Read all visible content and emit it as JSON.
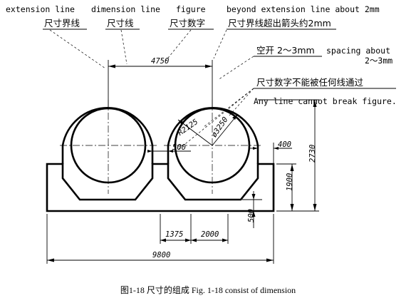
{
  "labels": {
    "extension_line_en": "extension line",
    "dimension_line_en": "dimension line",
    "figure_en": "figure",
    "beyond_en": "beyond extension line about 2mm",
    "extension_line_zh": "尺寸界线",
    "dimension_line_zh": "尺寸线",
    "figure_zh": "尺寸数字",
    "beyond_zh": "尺寸界线超出箭头约2mm",
    "spacing_zh": "空开 2～3mm",
    "spacing_en": "spacing  about",
    "spacing_en2": "2～3mm",
    "nobreak_zh": "尺寸数字不能被任何线通过",
    "nobreak_en": "Any line cannot  break figure."
  },
  "dimensions": {
    "top_span": "4750",
    "radius": "R2125",
    "diameter": "ø3250",
    "gap": "500",
    "right_offset": "400",
    "height_inner": "1900",
    "height_total": "2730",
    "base_thickness": "500",
    "bottom_left": "1375",
    "bottom_mid": "2000",
    "total_width": "9800"
  },
  "caption": "图1-18  尺寸的组成  Fig. 1-18 consist of dimension"
}
